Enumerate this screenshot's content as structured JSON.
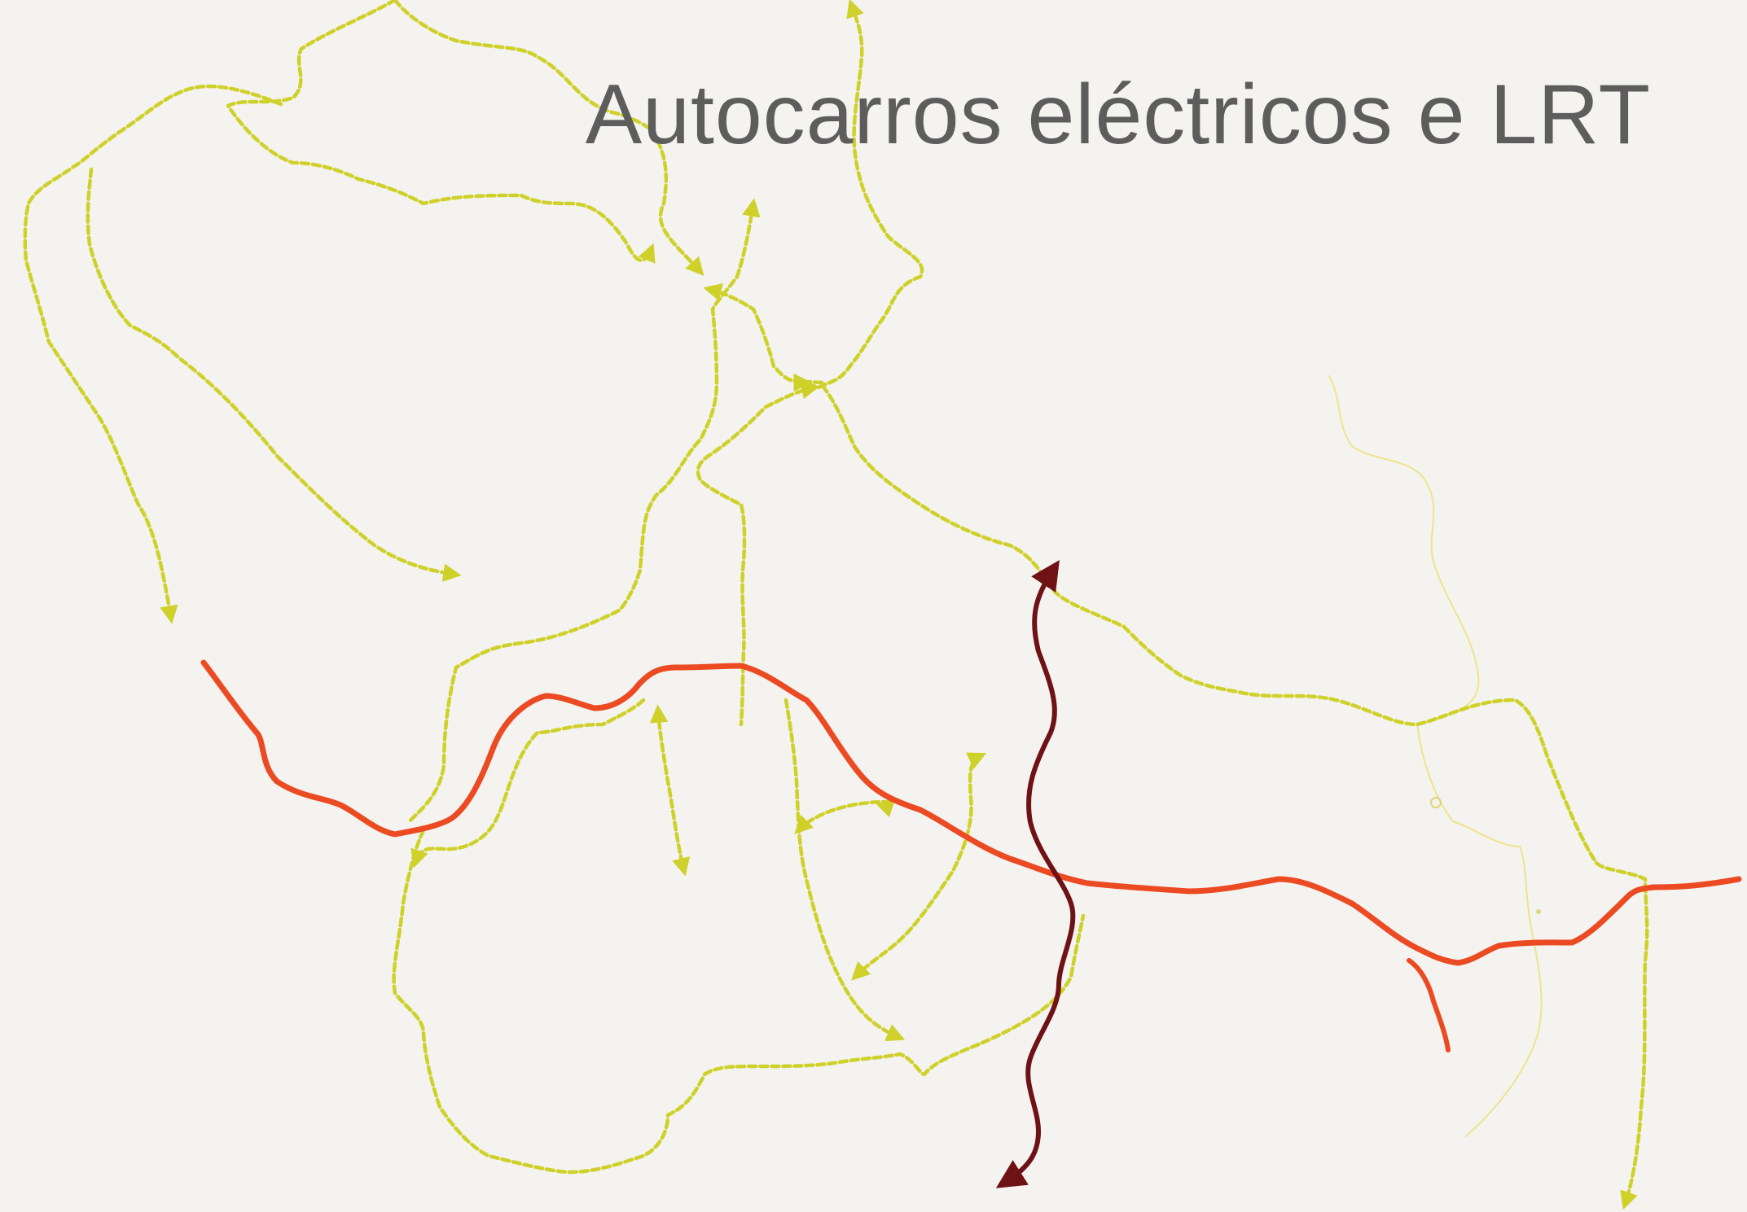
{
  "title": "Autocarros eléctricos e LRT",
  "colors": {
    "background": "#f4f3ef",
    "title": "#5d5d5d",
    "electric_bus_route": "#cfd12a",
    "lrt_line": "#ec4a22",
    "lrt_cross_line": "#6e1216",
    "future_line": "#ece48e"
  },
  "icons": {
    "route_arrow": "arrowhead",
    "station_marker": "circle"
  }
}
